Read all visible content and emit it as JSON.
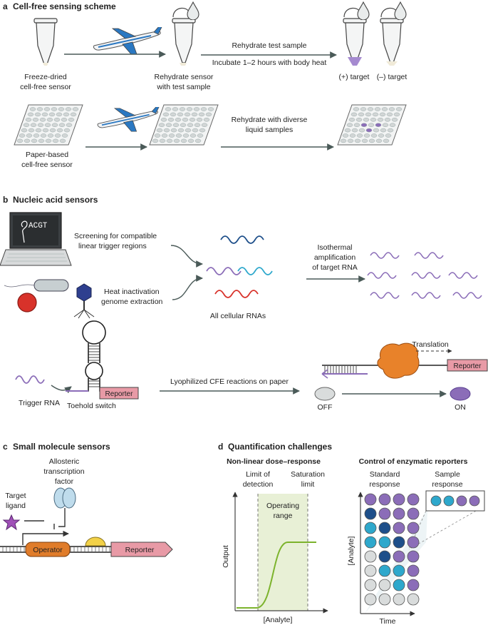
{
  "panel_a": {
    "letter": "a",
    "title": "Cell-free sensing scheme",
    "freeze_dried_1": "Freeze-dried",
    "freeze_dried_2": "cell-free sensor",
    "rehydrate_sensor_1": "Rehydrate sensor",
    "rehydrate_sensor_2": "with test sample",
    "rehydrate_test": "Rehydrate test sample",
    "incubate": "Incubate 1–2 hours with body heat",
    "pos_target": "(+) target",
    "neg_target": "(–) target",
    "paper_1": "Paper-based",
    "paper_2": "cell-free sensor",
    "rehydrate_diverse_1": "Rehydrate with diverse",
    "rehydrate_diverse_2": "liquid samples"
  },
  "panel_b": {
    "letter": "b",
    "title": "Nucleic acid sensors",
    "laptop_text": "ACGT",
    "screening_1": "Screening for compatible",
    "screening_2": "linear trigger regions",
    "heat_1": "Heat inactivation",
    "heat_2": "genome extraction",
    "all_rnas": "All cellular RNAs",
    "iso_1": "Isothermal",
    "iso_2": "amplification",
    "iso_3": "of target RNA",
    "trigger_rna": "Trigger RNA",
    "toehold": "Toehold switch",
    "reporter": "Reporter",
    "lyophilized": "Lyophilized CFE reactions on paper",
    "translation": "Translation",
    "reporter2": "Reporter",
    "off": "OFF",
    "on": "ON"
  },
  "panel_c": {
    "letter": "c",
    "title": "Small molecule sensors",
    "atf_1": "Allosteric",
    "atf_2": "transcription",
    "atf_3": "factor",
    "target_1": "Target",
    "target_2": "ligand",
    "operator": "Operator",
    "reporter": "Reporter"
  },
  "panel_d": {
    "letter": "d",
    "title": "Quantification challenges",
    "nonlinear": "Non-linear dose–response",
    "lod_1": "Limit of",
    "lod_2": "detection",
    "sat_1": "Saturation",
    "sat_2": "limit",
    "operating_1": "Operating",
    "operating_2": "range",
    "output": "Output",
    "analyte": "[Analyte]",
    "control": "Control of enzymatic reporters",
    "standard_1": "Standard",
    "standard_2": "response",
    "sample_1": "Sample",
    "sample_2": "response",
    "analyte_y": "[Analyte]",
    "time": "Time"
  },
  "colors": {
    "purple": "#8b6db8",
    "light_purple": "#b7a0d8",
    "dark_blue": "#1e4f8a",
    "cyan": "#2ea8cc",
    "light_grey": "#d9dcdc",
    "red": "#d8322a",
    "reporter_pink": "#e89aa6",
    "operator_orange": "#e07c2a",
    "green": "#7cb32c",
    "range_green": "#e8f0d6"
  },
  "grid_rows": [
    [
      "purple",
      "purple",
      "purple",
      "purple"
    ],
    [
      "dark_blue",
      "purple",
      "purple",
      "purple"
    ],
    [
      "cyan",
      "dark_blue",
      "purple",
      "purple"
    ],
    [
      "cyan",
      "cyan",
      "dark_blue",
      "purple"
    ],
    [
      "light_grey",
      "dark_blue",
      "purple",
      "purple"
    ],
    [
      "light_grey",
      "cyan",
      "cyan",
      "purple"
    ],
    [
      "light_grey",
      "light_grey",
      "cyan",
      "purple"
    ],
    [
      "light_grey",
      "light_grey",
      "light_grey",
      "light_grey"
    ]
  ],
  "sample_row": [
    "cyan",
    "cyan",
    "purple",
    "purple"
  ]
}
